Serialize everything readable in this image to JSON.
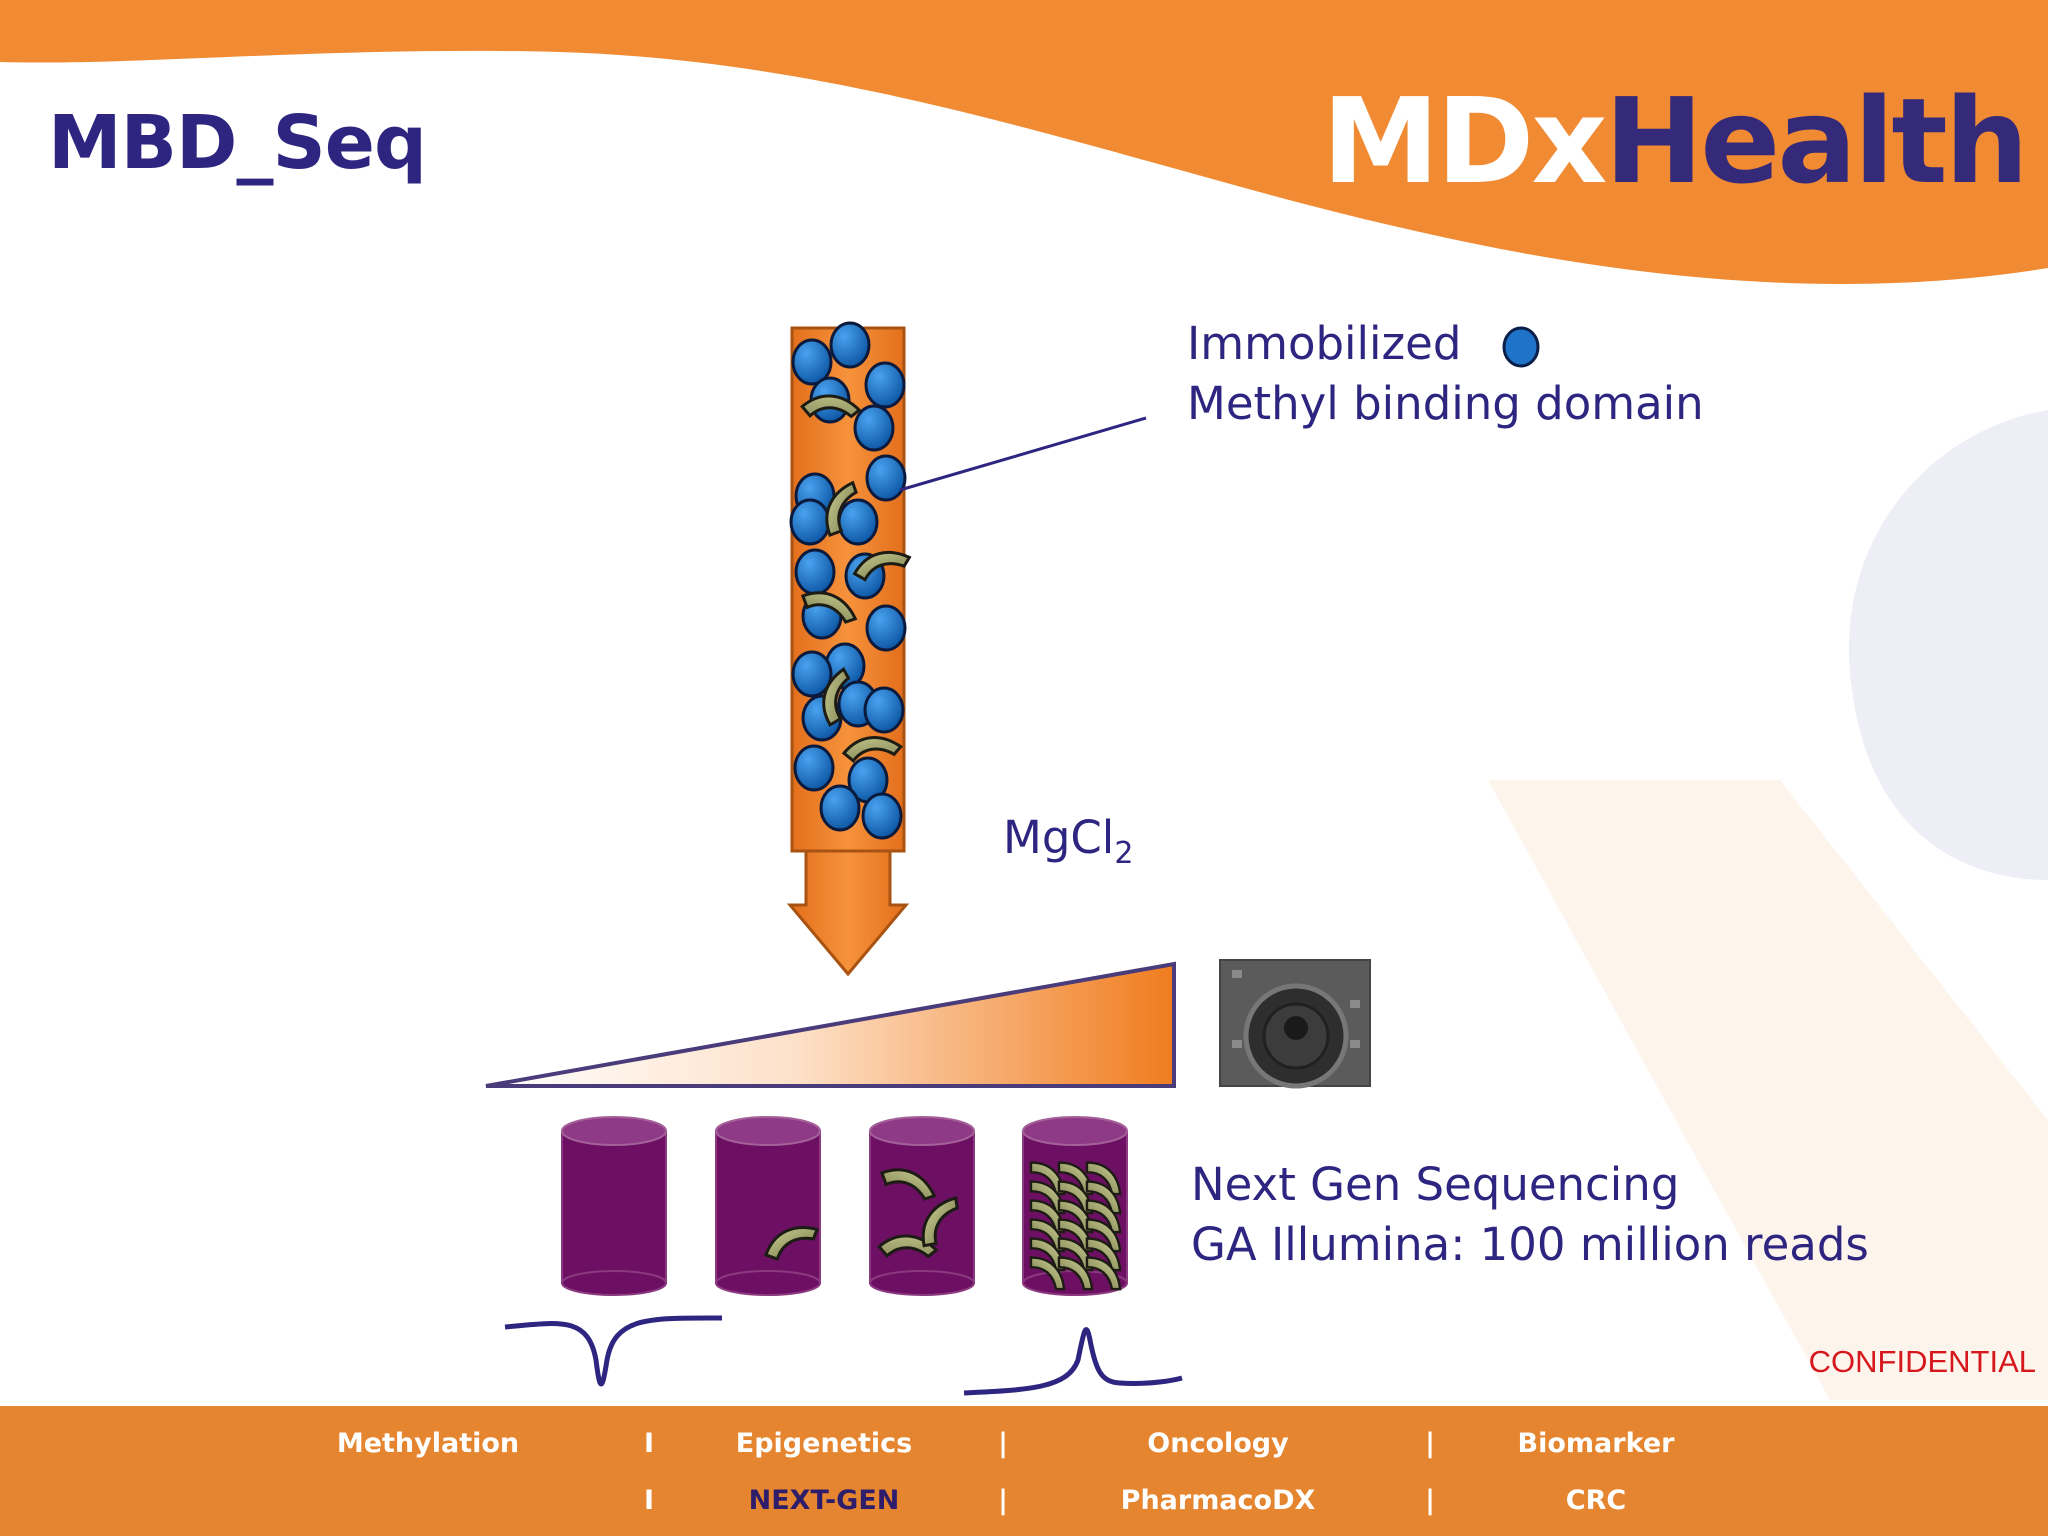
{
  "slide": {
    "title": "MBD_Seq",
    "logo": {
      "part1": "MDx",
      "part2": "Health"
    },
    "labels": {
      "immobilized": "Immobilized",
      "mbd": "Methyl binding domain",
      "salt_base": "MgCl",
      "salt_sub": "2",
      "ngs": "Next Gen Sequencing",
      "illumina": "GA Illumina: 100 million reads"
    },
    "confidential": "CONFIDENTIAL"
  },
  "footer": {
    "row1": [
      "Methylation",
      "I",
      "Epigenetics",
      "|",
      "Oncology",
      "|",
      "Biomarker"
    ],
    "row2": [
      "I",
      "NEXT-GEN",
      "|",
      "PharmacoDX",
      "|",
      "CRC"
    ]
  },
  "colors": {
    "orange": "#f28a30",
    "navy": "#2e2580",
    "purple": "#6d0f63",
    "bead": "#1f73c8",
    "red": "#d6181e"
  },
  "icons": [
    "bead-icon",
    "dna-fragment-icon",
    "sequencer-dial-icon"
  ]
}
